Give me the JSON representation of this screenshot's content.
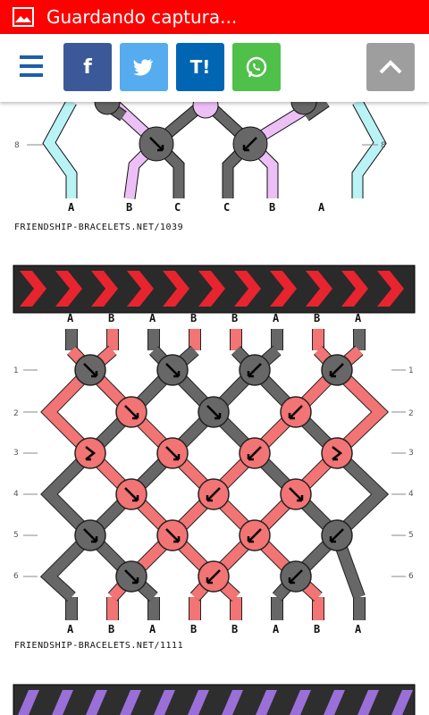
{
  "status": {
    "title": "Guardando captura...",
    "icon": "image-icon"
  },
  "toolbar": {
    "menu_icon": "hamburger-menu-icon",
    "buttons": [
      {
        "label": "f",
        "color": "#3b5998"
      },
      {
        "label": "🐦",
        "color": "#55acee"
      },
      {
        "label": "T!",
        "color": "#0066b3"
      },
      {
        "label": "✆",
        "color": "#4fc04a"
      }
    ],
    "up_icon": "chevron-up-icon"
  },
  "pattern1": {
    "bottom_labels": [
      "A",
      "B",
      "C",
      "C",
      "B",
      "A"
    ],
    "row_number": "8",
    "credit": "FRIENDSHIP-BRACELETS.NET/1039"
  },
  "pattern2": {
    "top_labels": [
      "A",
      "B",
      "A",
      "B",
      "B",
      "A",
      "B",
      "A"
    ],
    "bottom_labels": [
      "A",
      "B",
      "A",
      "B",
      "B",
      "A",
      "B",
      "A"
    ],
    "row_numbers": [
      "1",
      "2",
      "3",
      "4",
      "5",
      "6"
    ],
    "credit": "FRIENDSHIP-BRACELETS.NET/1111",
    "colors": {
      "A": "#676767",
      "B": "#f27474"
    }
  },
  "pattern3": {
    "colors": {
      "dark": "#333333",
      "light": "#9b6fd8"
    }
  }
}
